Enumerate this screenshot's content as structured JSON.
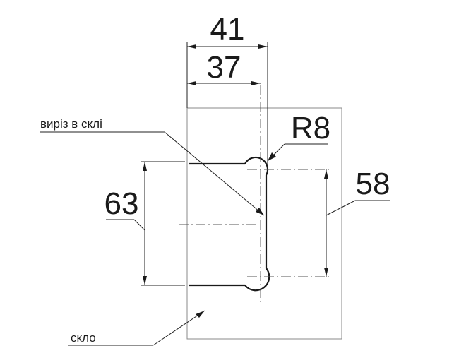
{
  "dimensions": {
    "width_outer": "41",
    "width_inner": "37",
    "radius": "R8",
    "height_left": "63",
    "height_right": "58"
  },
  "labels": {
    "cutout": "виріз в склі",
    "glass": "скло"
  }
}
